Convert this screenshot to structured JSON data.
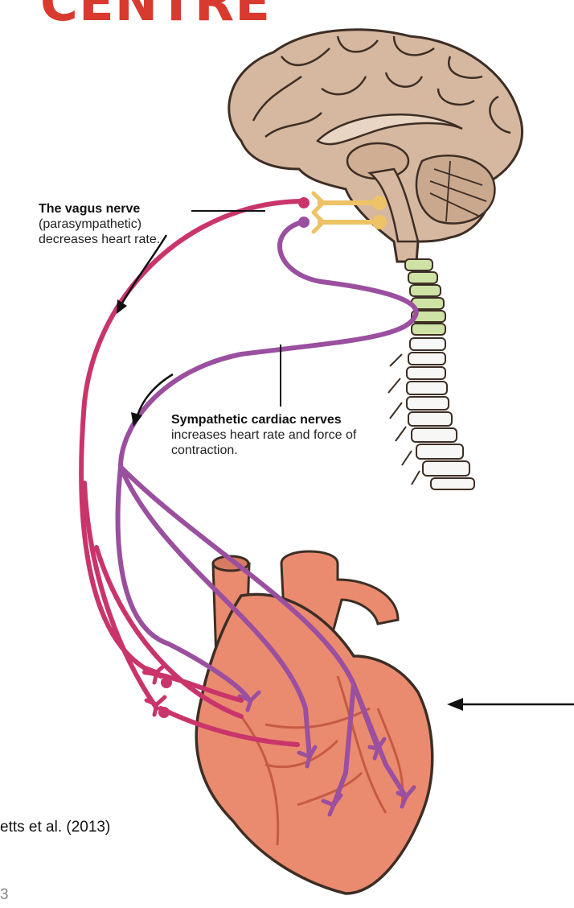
{
  "title": "CENTRE",
  "vagus": {
    "title": "The vagus nerve",
    "desc": "(parasympathetic) decreases heart rate."
  },
  "sympathetic": {
    "title": "Sympathetic cardiac nerves",
    "desc": "increases heart rate and force of contraction."
  },
  "citation": "etts et al.  (2013)",
  "page_number": "3",
  "colors": {
    "title": "#d93a2f",
    "vagus_nerve": "#c9356b",
    "sympathetic_nerve": "#9a4f9f",
    "brain": "#d6b8a0",
    "heart": "#ea8b70",
    "axon_yellow": "#edc366",
    "cervical_vertebrae": "#cde2a4"
  }
}
